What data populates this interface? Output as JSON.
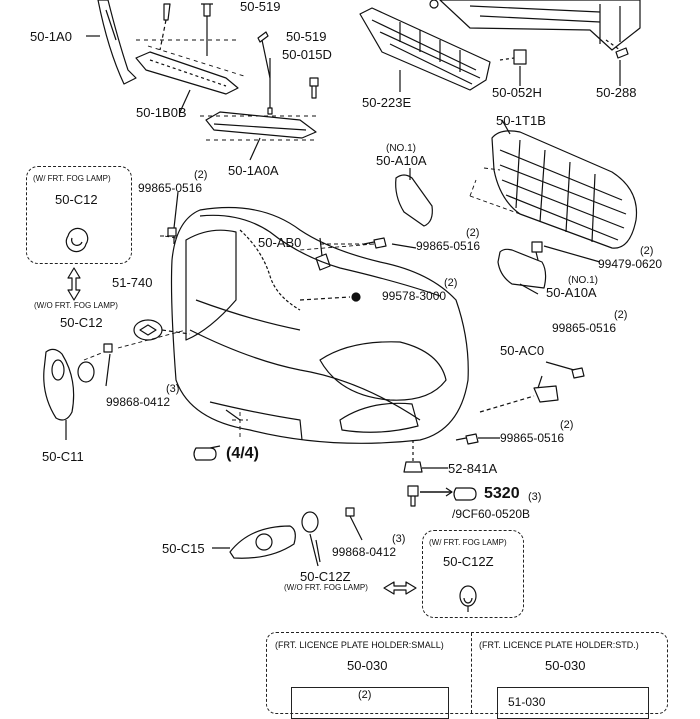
{
  "labels": {
    "p50_1A0": "50-1A0",
    "p50_519_a": "50-519",
    "p50_519_b": "50-519",
    "p50_015D": "50-015D",
    "p50_1B0B": "50-1B0B",
    "p50_223E": "50-223E",
    "p50_052H": "50-052H",
    "p50_288": "50-288",
    "p50_1A0A": "50-1A0A",
    "p50_1T1B": "50-1T1B",
    "no1_a": "(NO.1)",
    "p50_A10A_a": "50-A10A",
    "p99865_a": "99865-0516",
    "q99865_a": "(2)",
    "p50_AB0": "50-AB0",
    "p99865_b": "99865-0516",
    "q99865_b": "(2)",
    "p99479": "99479-0620",
    "q99479": "(2)",
    "no1_b": "(NO.1)",
    "p50_A10A_b": "50-A10A",
    "p51_740": "51-740",
    "p99578": "99578-3000",
    "q99578": "(2)",
    "wo_fog_1": "(W/O FRT. FOG LAMP)",
    "p50_C12_b": "50-C12",
    "p99865_c": "99865-0516",
    "q99865_c": "(2)",
    "p50_AC0": "50-AC0",
    "p99868_a": "99868-0412",
    "q99868_a": "(3)",
    "p50_C11": "50-C11",
    "ref_44": "(4/4)",
    "p99865_d": "99865-0516",
    "q99865_d": "(2)",
    "p52_841A": "52-841A",
    "ref_5320": "5320",
    "q5320": "(3)",
    "ref_9CF60": "/9CF60-0520B",
    "p50_C15": "50-C15",
    "p99868_b": "99868-0412",
    "q99868_b": "(3)",
    "p50_C12Z_b": "50-C12Z",
    "wo_fog_2": "(W/O FRT. FOG LAMP)"
  },
  "boxes": {
    "fog_c12": {
      "header": "(W/ FRT. FOG LAMP)",
      "part": "50-C12"
    },
    "fog_c12z": {
      "header": "(W/ FRT. FOG LAMP)",
      "part": "50-C12Z"
    },
    "plate_small": {
      "header": "(FRT. LICENCE PLATE HOLDER:SMALL)",
      "part": "50-030",
      "qty": "(2)"
    },
    "plate_std": {
      "header": "(FRT. LICENCE PLATE HOLDER:STD.)",
      "part": "50-030",
      "sub": "51-030"
    }
  },
  "icons": [
    "hand-pointer-icon",
    "double-arrow-icon",
    "bolt-icon",
    "clip-icon"
  ]
}
